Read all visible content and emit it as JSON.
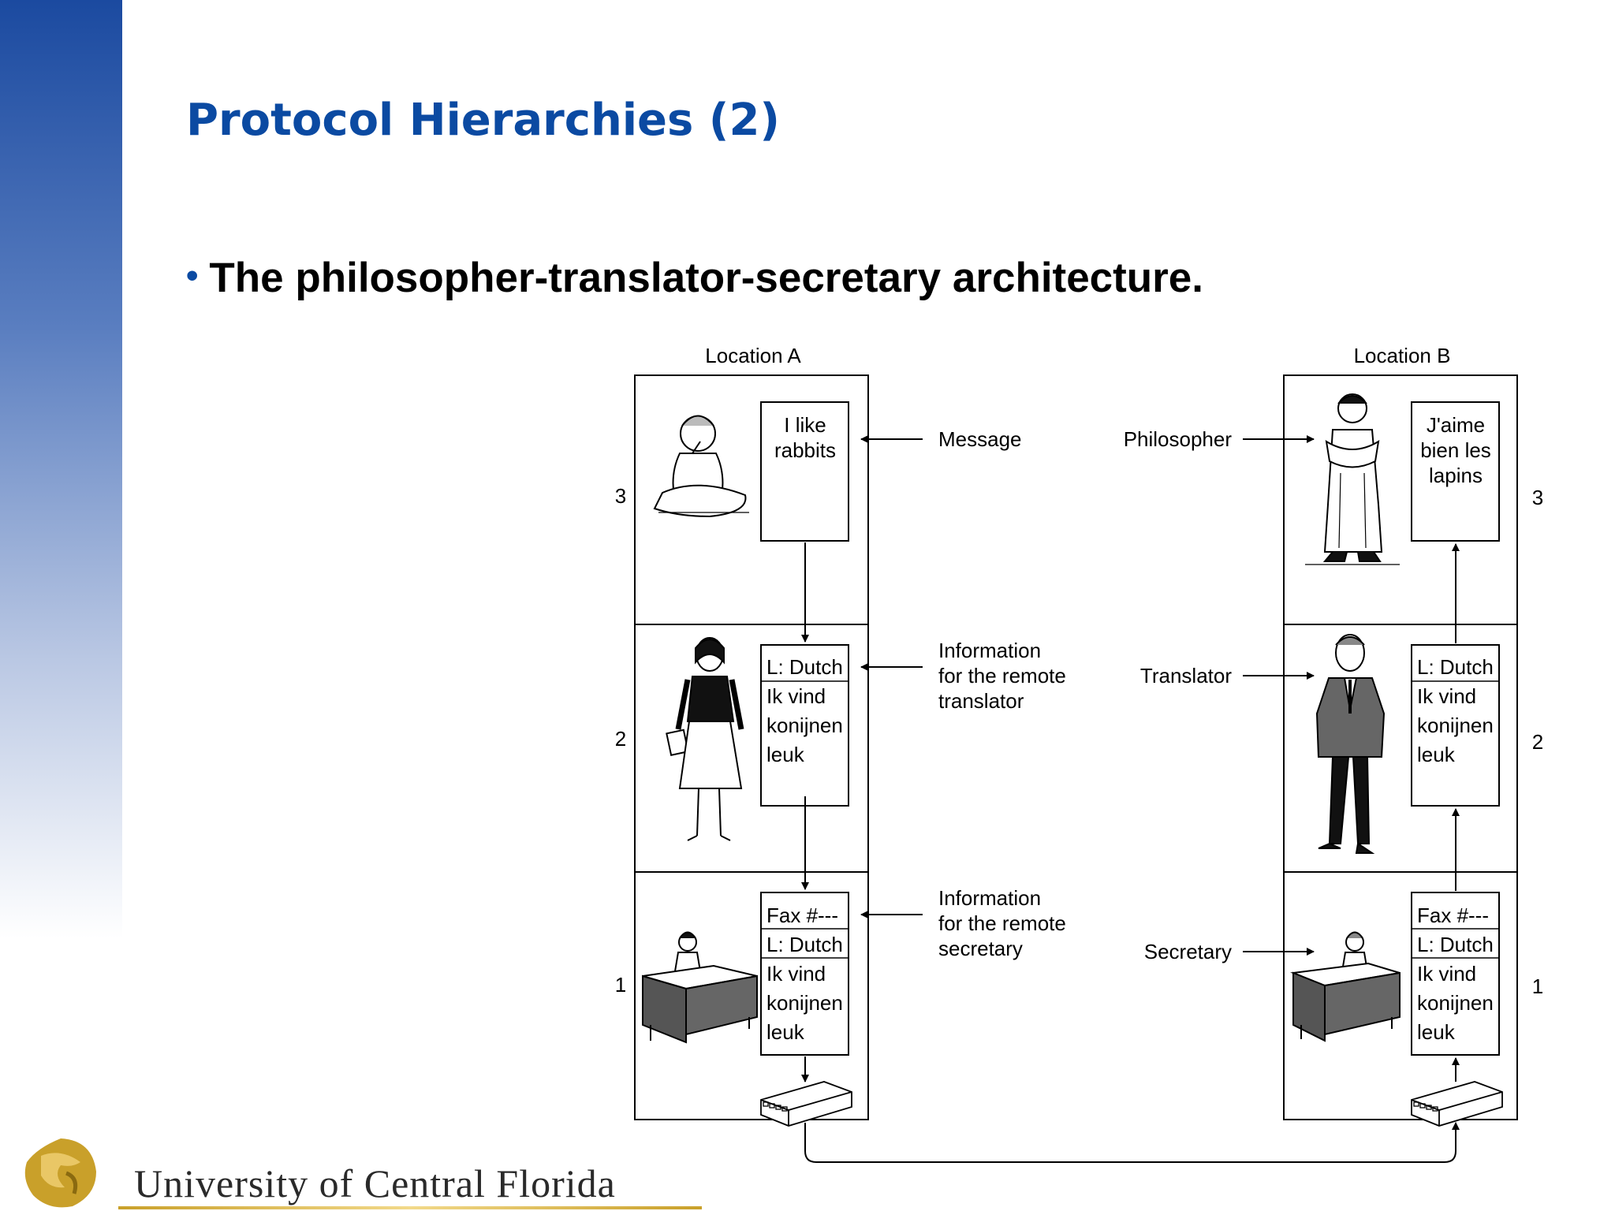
{
  "slide": {
    "title": "Protocol Hierarchies (2)",
    "bullet": "The philosopher-translator-secretary architecture."
  },
  "diagram": {
    "location_a": "Location A",
    "location_b": "Location B",
    "layer_numbers": [
      "3",
      "2",
      "1"
    ],
    "left_boxes": {
      "message": [
        "I like",
        "rabbits"
      ],
      "translator": [
        "L: Dutch",
        "Ik vind",
        "konijnen",
        "leuk"
      ],
      "secretary": [
        "Fax #---",
        "L: Dutch",
        "Ik vind",
        "konijnen",
        "leuk"
      ]
    },
    "right_boxes": {
      "message": [
        "J'aime",
        "bien les",
        "lapins"
      ],
      "translator": [
        "L: Dutch",
        "Ik vind",
        "konijnen",
        "leuk"
      ],
      "secretary": [
        "Fax #---",
        "L: Dutch",
        "Ik vind",
        "konijnen",
        "leuk"
      ]
    },
    "middle_labels": {
      "message": "Message",
      "info_translator": [
        "Information",
        "for the remote",
        "translator"
      ],
      "info_secretary": [
        "Information",
        "for the remote",
        "secretary"
      ]
    },
    "role_labels": {
      "philosopher": "Philosopher",
      "translator": "Translator",
      "secretary": "Secretary"
    }
  },
  "footer": {
    "university": "University of Central Florida"
  },
  "colors": {
    "title_blue": "#0b4aa2",
    "accent_gold": "#c9a02a"
  }
}
